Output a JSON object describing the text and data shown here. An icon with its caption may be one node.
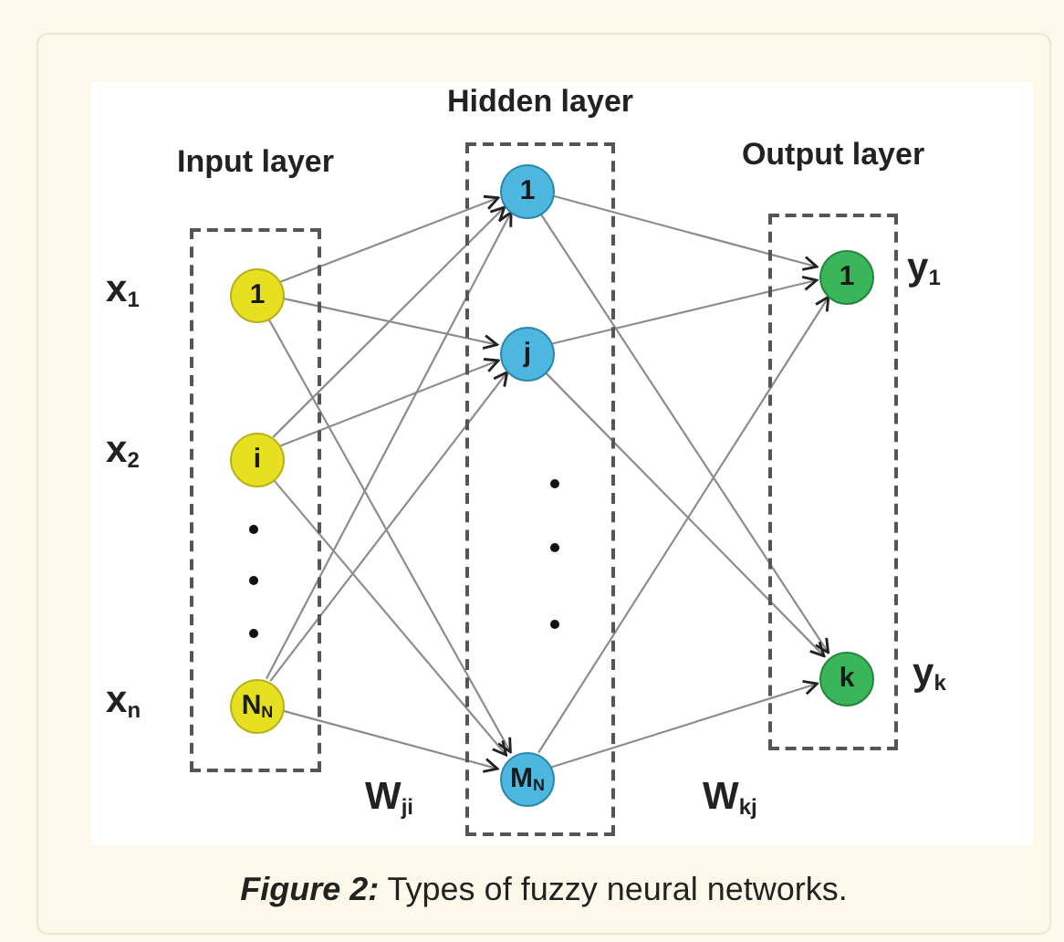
{
  "diagram": {
    "caption": "**Figure 2:** Types of fuzzy neural networks.",
    "nodes": [
      {
        "text": [
          "Input layer"
        ]
      },
      {
        "text": [
          "1"
        ],
        "in": 0
      },
      {
        "text": [
          "i"
        ],
        "in": 0
      },
      {
        "text": [
          "N$_{N}$"
        ],
        "in": 0
      },
      {
        "text": [
          "Hidden layer"
        ]
      },
      {
        "text": [
          "1"
        ],
        "in": 4
      },
      {
        "text": [
          "j"
        ],
        "in": 4
      },
      {
        "text": [
          "M$_{N}$"
        ],
        "in": 4
      },
      {
        "text": [
          "Output layer"
        ]
      },
      {
        "text": [
          "1"
        ],
        "in": 8
      },
      {
        "text": [
          "k"
        ],
        "in": 8
      }
    ],
    "edges": [
      {
        "from": 1,
        "to": 5,
        "arrow": "to"
      },
      {
        "from": 1,
        "to": 6,
        "arrow": "to"
      },
      {
        "from": 1,
        "to": 7,
        "arrow": "to"
      },
      {
        "from": 2,
        "to": 5,
        "arrow": "to"
      },
      {
        "from": 2,
        "to": 6,
        "arrow": "to"
      },
      {
        "from": 2,
        "to": 7,
        "arrow": "to"
      },
      {
        "from": 3,
        "to": 5,
        "arrow": "to"
      },
      {
        "from": 3,
        "to": 6,
        "arrow": "to"
      },
      {
        "from": 3,
        "to": 7,
        "arrow": "to"
      },
      {
        "from": 5,
        "to": 9,
        "arrow": "to"
      },
      {
        "from": 5,
        "to": 10,
        "arrow": "to"
      },
      {
        "from": 6,
        "to": 9,
        "arrow": "to"
      },
      {
        "from": 6,
        "to": 10,
        "arrow": "to"
      },
      {
        "from": 7,
        "to": 9,
        "arrow": "to"
      },
      {
        "from": 7,
        "to": 10,
        "arrow": "to"
      }
    ],
    "labels": [
      "x$_{1}$",
      "x$_{2}$",
      "x$_{n}$",
      "y$_{1}$",
      "y$_{k}$",
      "W$_{ji}$",
      "W$_{kj}$"
    ]
  }
}
